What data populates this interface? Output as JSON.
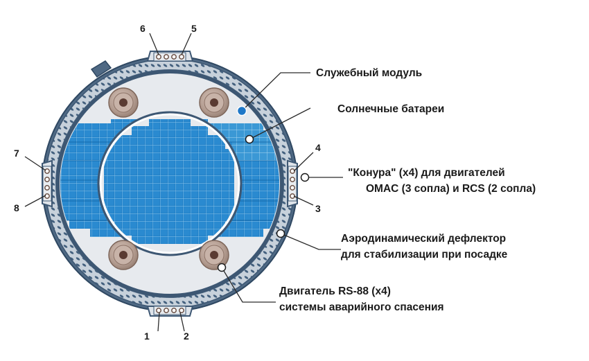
{
  "labels": {
    "service_module": "Служебный модуль",
    "solar_panels": "Солнечные батареи",
    "doghouse_line1": "\"Конура\" (x4) для двигателей",
    "doghouse_line2": "OMAC (3 сопла) и RCS (2 сопла)",
    "deflector_line1": "Аэродинамический дефлектор",
    "deflector_line2": "для стабилизации при посадке",
    "engine_line1": "Двигатель RS-88 (x4)",
    "engine_line2": "системы аварийного спасения"
  },
  "numbers": [
    "1",
    "2",
    "3",
    "4",
    "5",
    "6",
    "7",
    "8"
  ],
  "colors": {
    "outline": "#3d5773",
    "ring_dark": "#4f6984",
    "ring_band": "#c7d1db",
    "module_face": "#e7eaee",
    "solar_blue": "#1673ba",
    "solar_light": "#3d9ad6",
    "grid_line": "#8fc6ea",
    "engine_bezel": "#a58b80",
    "engine_core": "#5a3b32",
    "marker_blue": "#1f78c8"
  }
}
